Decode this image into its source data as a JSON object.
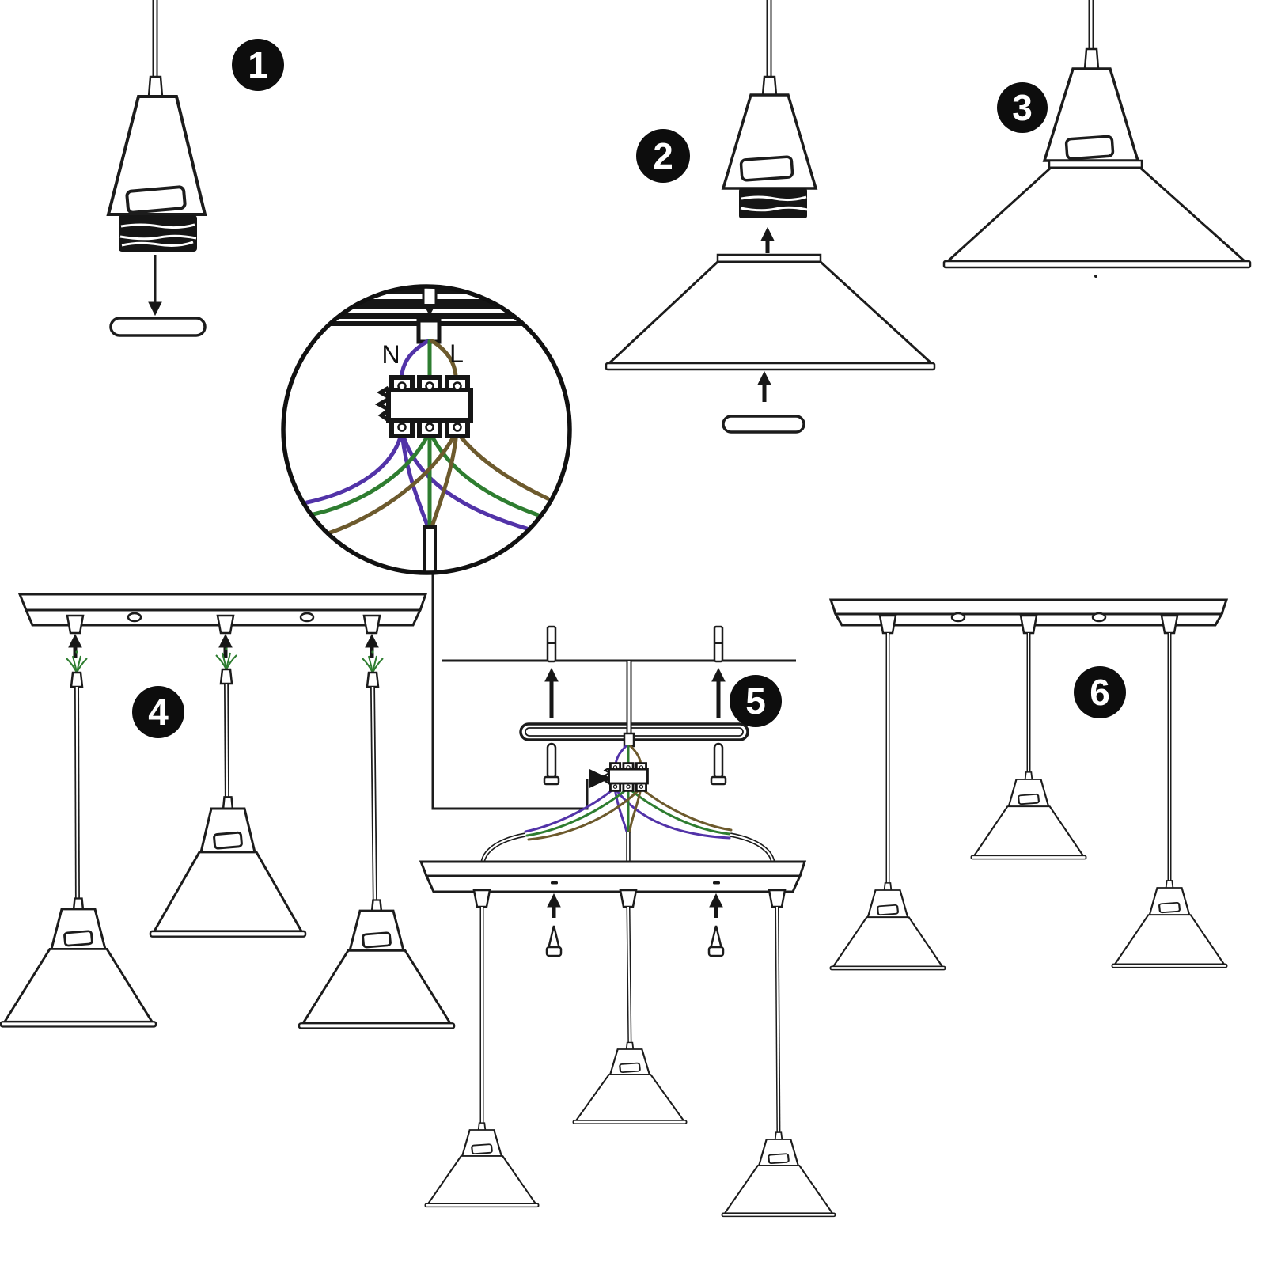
{
  "diagram": {
    "background": "#ffffff",
    "line_color": "#1c1c1c",
    "steps": [
      "1",
      "2",
      "3",
      "4",
      "5",
      "6"
    ],
    "wiring": {
      "neutral_label": "N",
      "live_label": "L",
      "colors": {
        "neutral": "#5233a8",
        "earth": "#2e7d30",
        "live": "#6d5a2d"
      }
    },
    "badge": {
      "bg": "#0d0d0d",
      "fg": "#ffffff"
    }
  }
}
